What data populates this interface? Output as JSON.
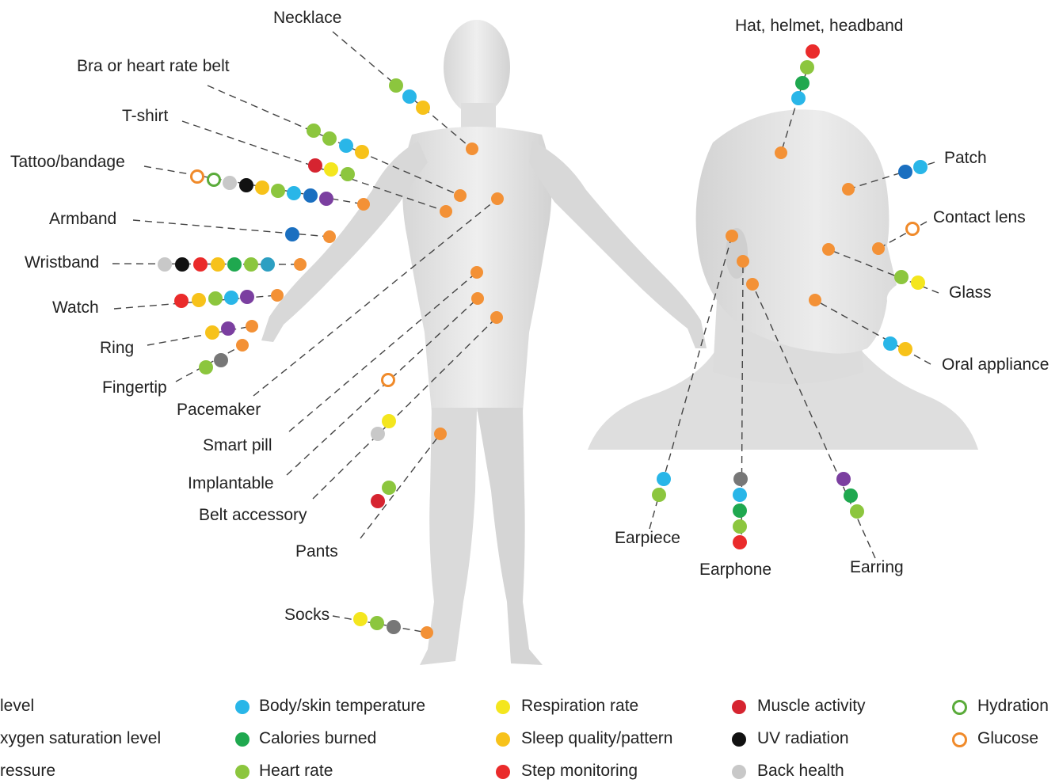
{
  "labels": {
    "necklace": "Necklace",
    "bra": "Bra or heart rate belt",
    "tshirt": "T-shirt",
    "tattoo": "Tattoo/bandage",
    "armband": "Armband",
    "wristband": "Wristband",
    "watch": "Watch",
    "ring": "Ring",
    "fingertip": "Fingertip",
    "pacemaker": "Pacemaker",
    "smart_pill": "Smart pill",
    "implantable": "Implantable",
    "belt": "Belt accessory",
    "pants": "Pants",
    "socks": "Socks",
    "hat": "Hat, helmet, headband",
    "patch": "Patch",
    "contact_lens": "Contact lens",
    "glass": "Glass",
    "oral": "Oral appliance",
    "earpiece": "Earpiece",
    "earphone": "Earphone",
    "earring": "Earring"
  },
  "legend": [
    {
      "label": "level",
      "color": "#1a6fc0",
      "style": "dot"
    },
    {
      "label": "xygen saturation level",
      "color": "#7b3fa0",
      "style": "dot"
    },
    {
      "label": "ressure",
      "color": "#2d9fc2",
      "style": "dot"
    },
    {
      "label": "Body/skin temperature",
      "color": "#29b6e8",
      "style": "dot"
    },
    {
      "label": "Calories burned",
      "color": "#1fa84f",
      "style": "dot"
    },
    {
      "label": "Heart rate",
      "color": "#8cc63e",
      "style": "dot"
    },
    {
      "label": "Respiration rate",
      "color": "#f4e61e",
      "style": "dot"
    },
    {
      "label": "Sleep quality/pattern",
      "color": "#f7c21a",
      "style": "dot"
    },
    {
      "label": "Step monitoring",
      "color": "#ea2b2b",
      "style": "dot"
    },
    {
      "label": "Muscle activity",
      "color": "#d62430",
      "style": "dot"
    },
    {
      "label": "UV radiation",
      "color": "#111111",
      "style": "dot"
    },
    {
      "label": "Back health",
      "color": "#c8c8c8",
      "style": "dot"
    },
    {
      "label": "Hydration",
      "color": "#5aab3a",
      "style": "ring"
    },
    {
      "label": "Glucose",
      "color": "#f08a2a",
      "style": "ring"
    }
  ],
  "colors": {
    "anchor": "#f39136",
    "body": "#dcdcdc",
    "lead_line": "#444444"
  }
}
